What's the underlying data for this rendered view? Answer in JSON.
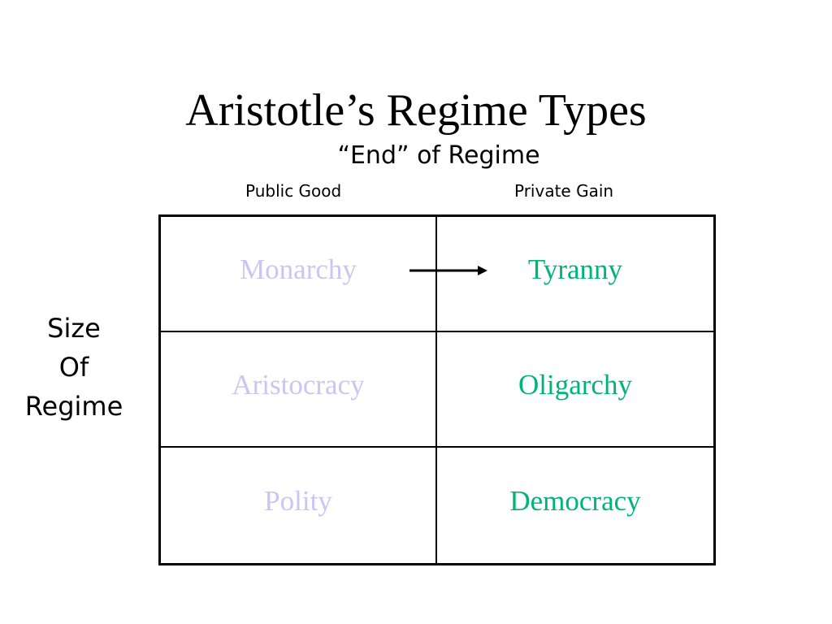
{
  "slide": {
    "title": "Aristotle’s Regime Types",
    "subtitle": "“End” of Regime",
    "column_headers": [
      "Public Good",
      "Private Gain"
    ],
    "row_header_lines": [
      "Size",
      "Of",
      "Regime"
    ]
  },
  "grid": {
    "rows": [
      [
        "Monarchy",
        "Tyranny"
      ],
      [
        "Aristocracy",
        "Oligarchy"
      ],
      [
        "Polity",
        "Democracy"
      ]
    ]
  },
  "colors": {
    "public_good_text": "#c9c6f5",
    "private_gain_text": "#00b377",
    "lines": "#000000"
  },
  "icons": {
    "transition_arrow": "right-arrow-icon"
  }
}
